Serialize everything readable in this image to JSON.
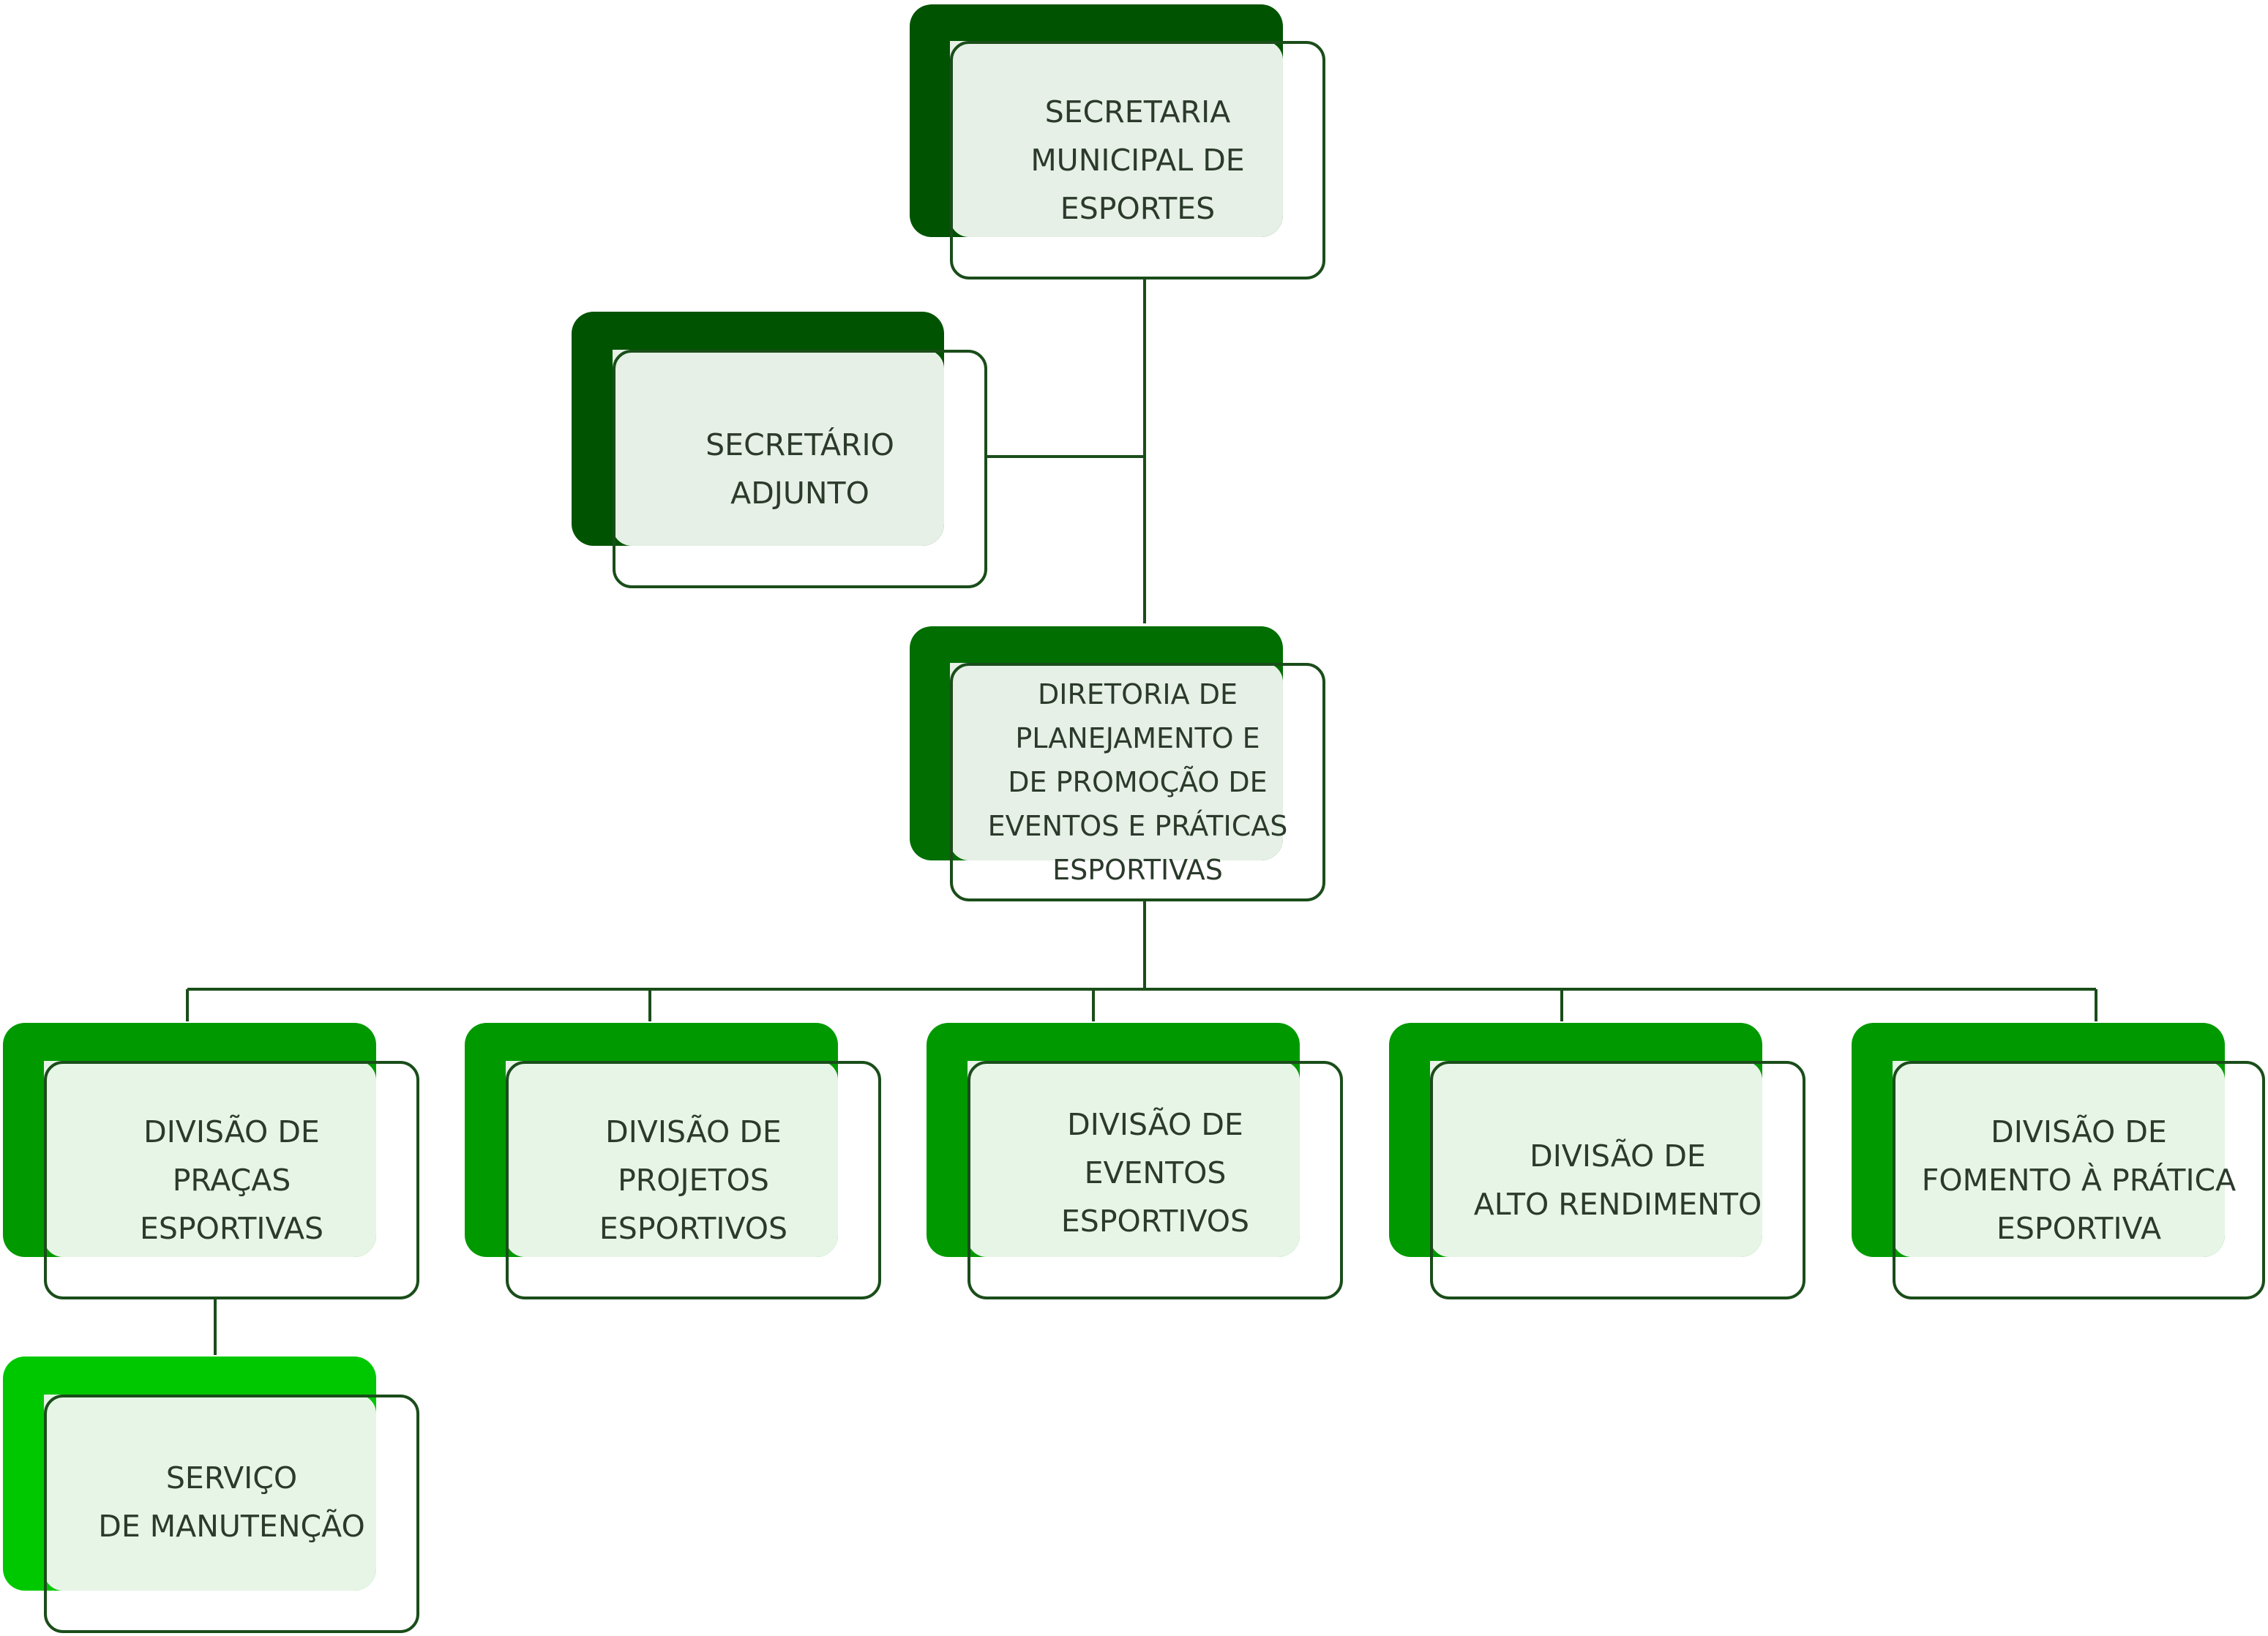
{
  "colors": {
    "dark": "#005300",
    "medium": "#006e00",
    "division": "#009a00",
    "service": "#00c800",
    "panel_top": "#e6f0e6",
    "panel": "#e7f5e7",
    "line": "#1a4d1a"
  },
  "nodes": {
    "secretaria": {
      "lines": [
        "SECRETARIA",
        "MUNICIPAL DE",
        "ESPORTES"
      ]
    },
    "adjunto": {
      "lines": [
        "SECRETÁRIO",
        "ADJUNTO"
      ]
    },
    "diretoria": {
      "lines": [
        "DIRETORIA DE",
        "PLANEJAMENTO E",
        "DE PROMOÇÃO DE",
        "EVENTOS E PRÁTICAS",
        "ESPORTIVAS"
      ]
    },
    "pracas": {
      "lines": [
        "DIVISÃO DE",
        "PRAÇAS",
        "ESPORTIVAS"
      ]
    },
    "projetos": {
      "lines": [
        "DIVISÃO DE",
        "PROJETOS",
        "ESPORTIVOS"
      ]
    },
    "eventos": {
      "lines": [
        "DIVISÃO DE",
        "EVENTOS",
        "ESPORTIVOS"
      ]
    },
    "rendimento": {
      "lines": [
        "DIVISÃO DE",
        "ALTO RENDIMENTO"
      ]
    },
    "fomento": {
      "lines": [
        "DIVISÃO DE",
        "FOMENTO À PRÁTICA",
        "ESPORTIVA"
      ]
    },
    "manutencao": {
      "lines": [
        "SERVIÇO",
        "DE MANUTENÇÃO"
      ]
    }
  }
}
